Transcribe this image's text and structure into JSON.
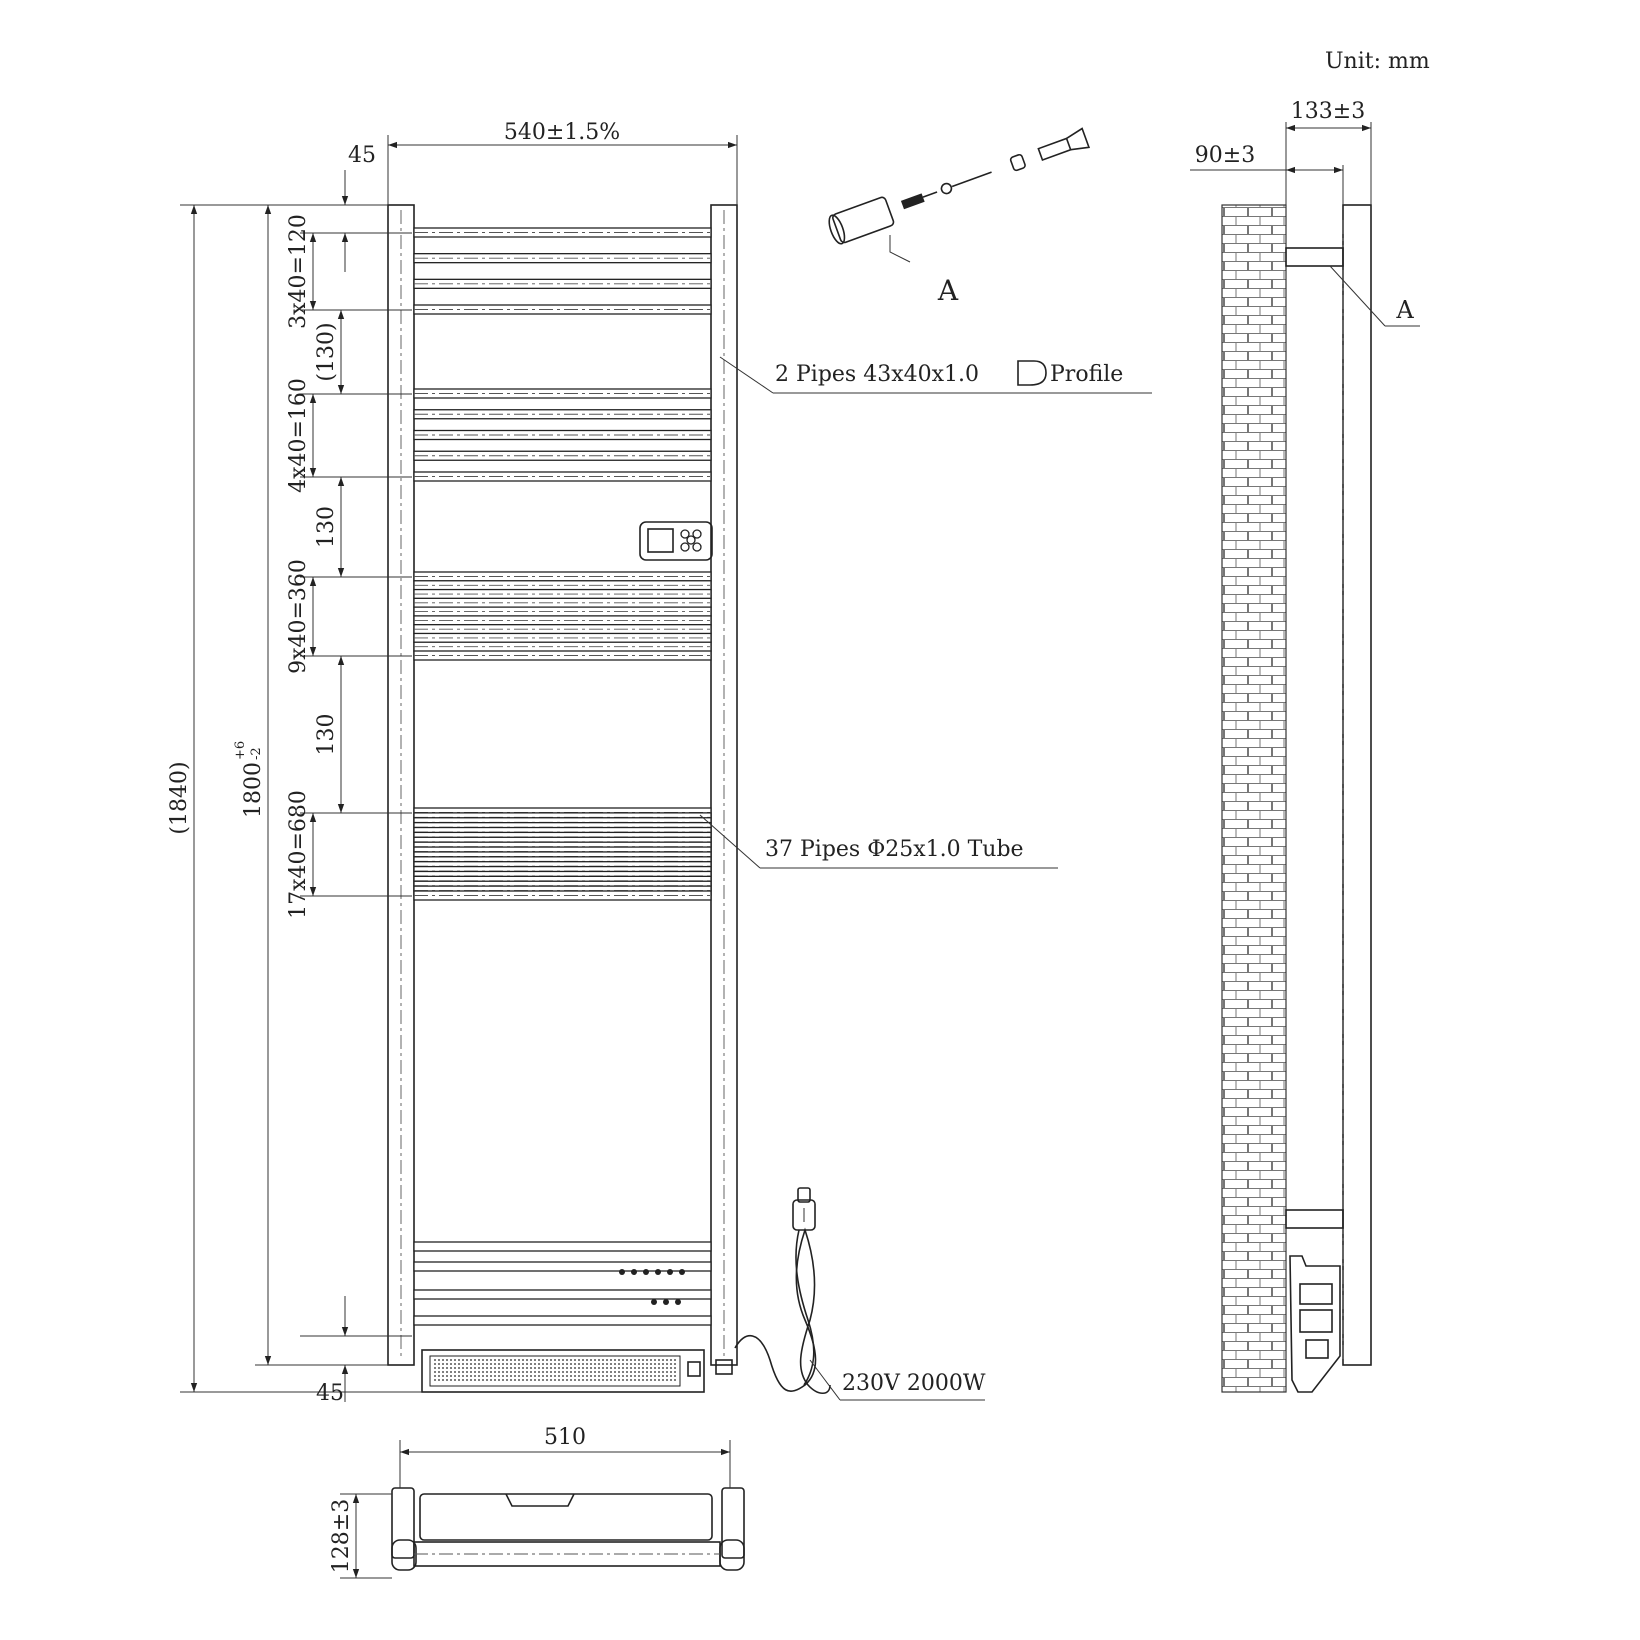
{
  "unit": "Unit: mm",
  "detail": {
    "view_label": "A",
    "callout_label": "A"
  },
  "front": {
    "width": "540±1.5%",
    "top_offset": "45",
    "bottom_offset": "45",
    "overall_height": "(1840)",
    "pipe_height_base": "1800",
    "pipe_height_tol_upper": "+6",
    "pipe_height_tol_lower": "-2",
    "spacings": [
      "3x40=120",
      "(130)",
      "4x40=160",
      "130",
      "9x40=360",
      "130",
      "17x40=680"
    ]
  },
  "callouts": {
    "profile_pipes": "2 Pipes 43x40x1.0",
    "profile_word": "Profile",
    "tubes": "37 Pipes Φ25x1.0 Tube",
    "power": "230V 2000W"
  },
  "side": {
    "depth_total": "133±3",
    "wall_offset": "90±3"
  },
  "bottom": {
    "width": "510",
    "depth": "128±3"
  },
  "colors": {
    "line": "#222222",
    "brick": "#777777",
    "background": "#ffffff"
  }
}
